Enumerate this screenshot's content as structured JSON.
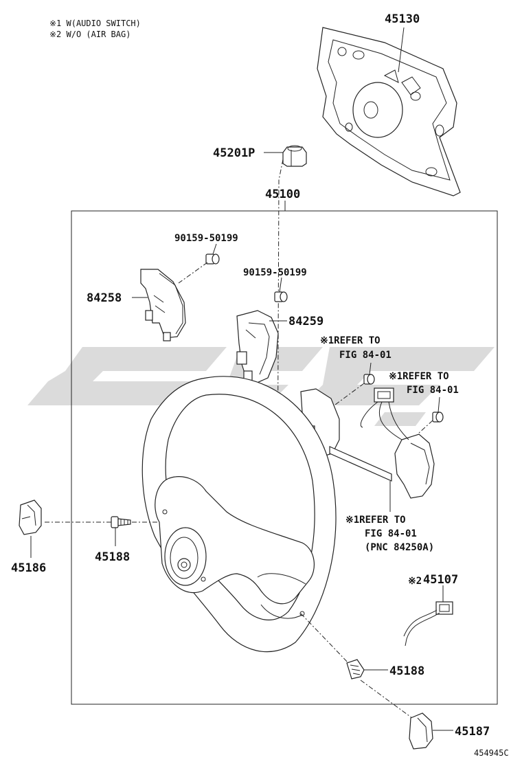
{
  "notes": [
    "※1 W(AUDIO SWITCH)",
    "※2 W/O (AIR BAG)"
  ],
  "labels": {
    "p45130": "45130",
    "p45201p": "45201P",
    "p45100": "45100",
    "screw1": "90159-50199",
    "screw2": "90159-50199",
    "p84258": "84258",
    "p84259": "84259",
    "ref1_line1": "※1REFER TO",
    "ref1_line2": "FIG 84-01",
    "ref2_line1": "※1REFER TO",
    "ref2_line2": "FIG 84-01",
    "ref3_line1": "※1REFER TO",
    "ref3_line2": "FIG 84-01",
    "ref3_line3": "(PNC 84250A)",
    "p45186": "45186",
    "p45188a": "45188",
    "p45188b": "45188",
    "p45107_mark": "※2",
    "p45107": "45107",
    "p45187": "45187",
    "diagram_id": "454945C"
  }
}
